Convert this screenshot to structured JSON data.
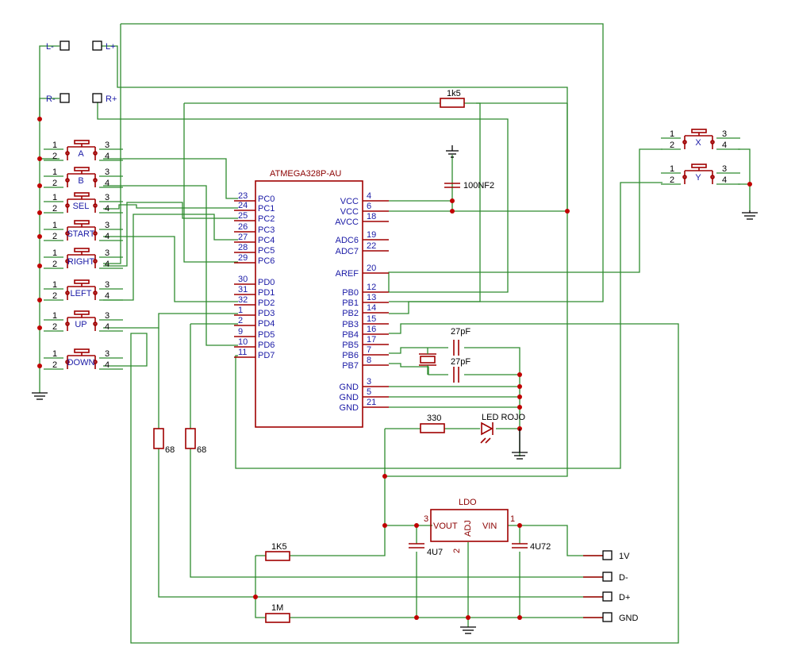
{
  "mcu": {
    "name": "ATMEGA328P-AU",
    "left_pins": [
      {
        "num": "23",
        "name": "PC0"
      },
      {
        "num": "24",
        "name": "PC1"
      },
      {
        "num": "25",
        "name": "PC2"
      },
      {
        "num": "26",
        "name": "PC3"
      },
      {
        "num": "27",
        "name": "PC4"
      },
      {
        "num": "28",
        "name": "PC5"
      },
      {
        "num": "29",
        "name": "PC6"
      },
      {
        "num": "30",
        "name": "PD0"
      },
      {
        "num": "31",
        "name": "PD1"
      },
      {
        "num": "32",
        "name": "PD2"
      },
      {
        "num": "1",
        "name": "PD3"
      },
      {
        "num": "2",
        "name": "PD4"
      },
      {
        "num": "9",
        "name": "PD5"
      },
      {
        "num": "10",
        "name": "PD6"
      },
      {
        "num": "11",
        "name": "PD7"
      }
    ],
    "right_pins": [
      {
        "num": "4",
        "name": "VCC"
      },
      {
        "num": "6",
        "name": "VCC"
      },
      {
        "num": "18",
        "name": "AVCC"
      },
      {
        "num": "19",
        "name": "ADC6"
      },
      {
        "num": "22",
        "name": "ADC7"
      },
      {
        "num": "20",
        "name": "AREF"
      },
      {
        "num": "12",
        "name": "PB0"
      },
      {
        "num": "13",
        "name": "PB1"
      },
      {
        "num": "14",
        "name": "PB2"
      },
      {
        "num": "15",
        "name": "PB3"
      },
      {
        "num": "16",
        "name": "PB4"
      },
      {
        "num": "17",
        "name": "PB5"
      },
      {
        "num": "7",
        "name": "PB6"
      },
      {
        "num": "8",
        "name": "PB7"
      },
      {
        "num": "3",
        "name": "GND"
      },
      {
        "num": "5",
        "name": "GND"
      },
      {
        "num": "21",
        "name": "GND"
      }
    ]
  },
  "buttons": [
    {
      "label": "A"
    },
    {
      "label": "B"
    },
    {
      "label": "SEL"
    },
    {
      "label": "START"
    },
    {
      "label": "RIGHT"
    },
    {
      "label": "LEFT"
    },
    {
      "label": "UP"
    },
    {
      "label": "DOWN"
    }
  ],
  "right_buttons": [
    {
      "label": "X"
    },
    {
      "label": "Y"
    }
  ],
  "button_pins": [
    "1",
    "2",
    "3",
    "4"
  ],
  "speaker_pads": {
    "l_minus": "L-",
    "l_plus": "L+",
    "r_minus": "R-",
    "r_plus": "R+"
  },
  "connector": {
    "pins": [
      "1V",
      "D-",
      "D+",
      "GND"
    ]
  },
  "parts": {
    "r_1k5_top": "1k5",
    "c_100nf": "100NF2",
    "c_27pf_1": "27pF",
    "c_27pf_2": "27pF",
    "r_330": "330",
    "led": "LED ROJO",
    "r_68_a": "68",
    "r_68_b": "68",
    "ldo": "LDO",
    "ldo_vout": "VOUT",
    "ldo_vin": "VIN",
    "ldo_adj": "ADJ",
    "ldo_pin3": "3",
    "ldo_pin2": "2",
    "ldo_pin1": "1",
    "c_4u7": "4U7",
    "c_4u72": "4U72",
    "r_1k5_bottom": "1K5",
    "r_1m": "1M"
  }
}
